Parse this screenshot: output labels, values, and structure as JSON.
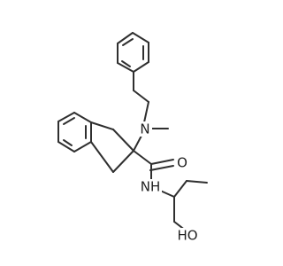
{
  "molecule": {
    "atom_labels": {
      "n_amine": "N",
      "o_carbonyl": "O",
      "n_amide": "NH",
      "o_hydroxyl": "HO"
    },
    "colors": {
      "bond": "#2f2f2f",
      "text": "#1f1f1f",
      "background": "#ffffff"
    }
  }
}
